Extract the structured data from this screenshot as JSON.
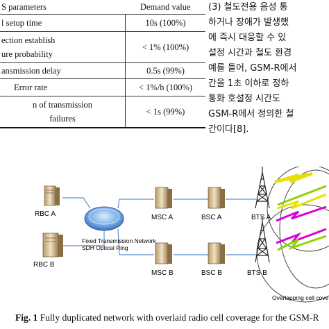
{
  "table": {
    "header": {
      "param": "S parameters",
      "demand": "Demand value"
    },
    "rows": [
      {
        "param_lines": [
          "l setup time"
        ],
        "demand": "10s (100%)"
      },
      {
        "param_lines": [
          "ection establish",
          "ure probability"
        ],
        "demand": "< 1% (100%)"
      },
      {
        "param_lines": [
          "ansmission delay"
        ],
        "demand": "0.5s (99%)"
      },
      {
        "param_lines": [
          "Error rate"
        ],
        "demand": "< 1%/h (100%)"
      },
      {
        "param_lines": [
          "n of transmission",
          "failures"
        ],
        "demand": "< 1s (99%)"
      }
    ]
  },
  "korean_text": {
    "lines": [
      "(3) 철도전용 음성 통",
      "하거나 장애가 발생했",
      "에 즉시 대응할 수 있",
      "설정 시간과 철도 환경",
      "예를 들어, GSM-R에서",
      "간을 1초 이하로 정하",
      "통화 호설정 시간도 ",
      "GSM-R에서 정의한 철",
      "간이다[8]."
    ]
  },
  "figure": {
    "labels": {
      "rbc_a": "RBC A",
      "rbc_b": "RBC B",
      "msc_a": "MSC A",
      "msc_b": "MSC B",
      "bsc_a": "BSC A",
      "bsc_b": "BSC B",
      "bts_a": "BTS A",
      "bts_b": "BTS B",
      "network_line1": "Fixed Transmission Network",
      "network_line2": "SDH Optical Ring",
      "overlap": "Overlapping cell cove"
    },
    "colors": {
      "link": "#5b8fcf",
      "ring": "#2a5fa8",
      "bolt_yellow": "#e8e000",
      "bolt_magenta": "#d800d8",
      "bolt_green": "#8bd400"
    }
  },
  "caption": {
    "label": "Fig. 1",
    "text": " Fully duplicated network with overlaid radio cell coverage for the GSM-R"
  }
}
